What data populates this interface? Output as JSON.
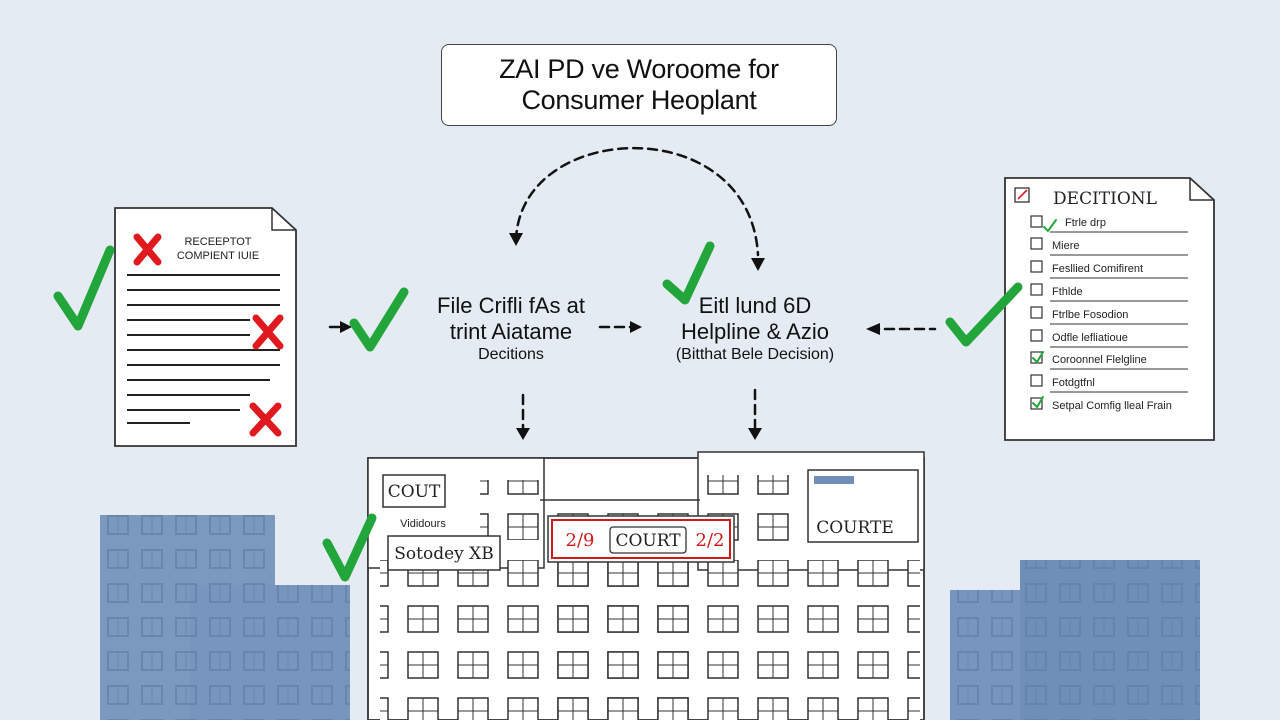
{
  "title": {
    "line1": "ZAI PD ve Woroome for",
    "line2": "Consumer Heoplant"
  },
  "left_document": {
    "heading_line1": "RECEEPTOT",
    "heading_line2": "COMPIENT IUIE"
  },
  "center_left_node": {
    "line1": "File Crifli fAs at",
    "line2": "trint Aiatame",
    "line3": "Decitions"
  },
  "center_right_node": {
    "line1": "Eitl lund 6D",
    "line2": "Helpline & Azio",
    "line3": "(Bitthat Bele Decision)"
  },
  "right_document": {
    "title": "DECITIONL",
    "items": [
      "Ftrle drp",
      "Miere",
      "Fesllied Comifirent",
      "Fthlde",
      "Ftrlbe Fosodion",
      "Odfle lefliatioue",
      "Coroonnel Flelgline",
      "Fotdgtfnl",
      "Setpal Comfig lleal Frain"
    ]
  },
  "court_building": {
    "left_sign": "COUT",
    "left_label": "Vididours",
    "left_sign2": "Sotodey XB",
    "center_sign": "COURT",
    "center_left_mark": "2/9",
    "center_right_mark": "2/2",
    "right_sign": "COURTE"
  },
  "colors": {
    "check": "#22a53a",
    "cross": "#e0191e",
    "background": "#e4ebf2",
    "building": "#6f8fb8",
    "court_red": "#d21919"
  },
  "icons": [
    "check-icon",
    "cross-icon",
    "dashed-arrow-icon",
    "document-icon",
    "court-building-icon"
  ]
}
